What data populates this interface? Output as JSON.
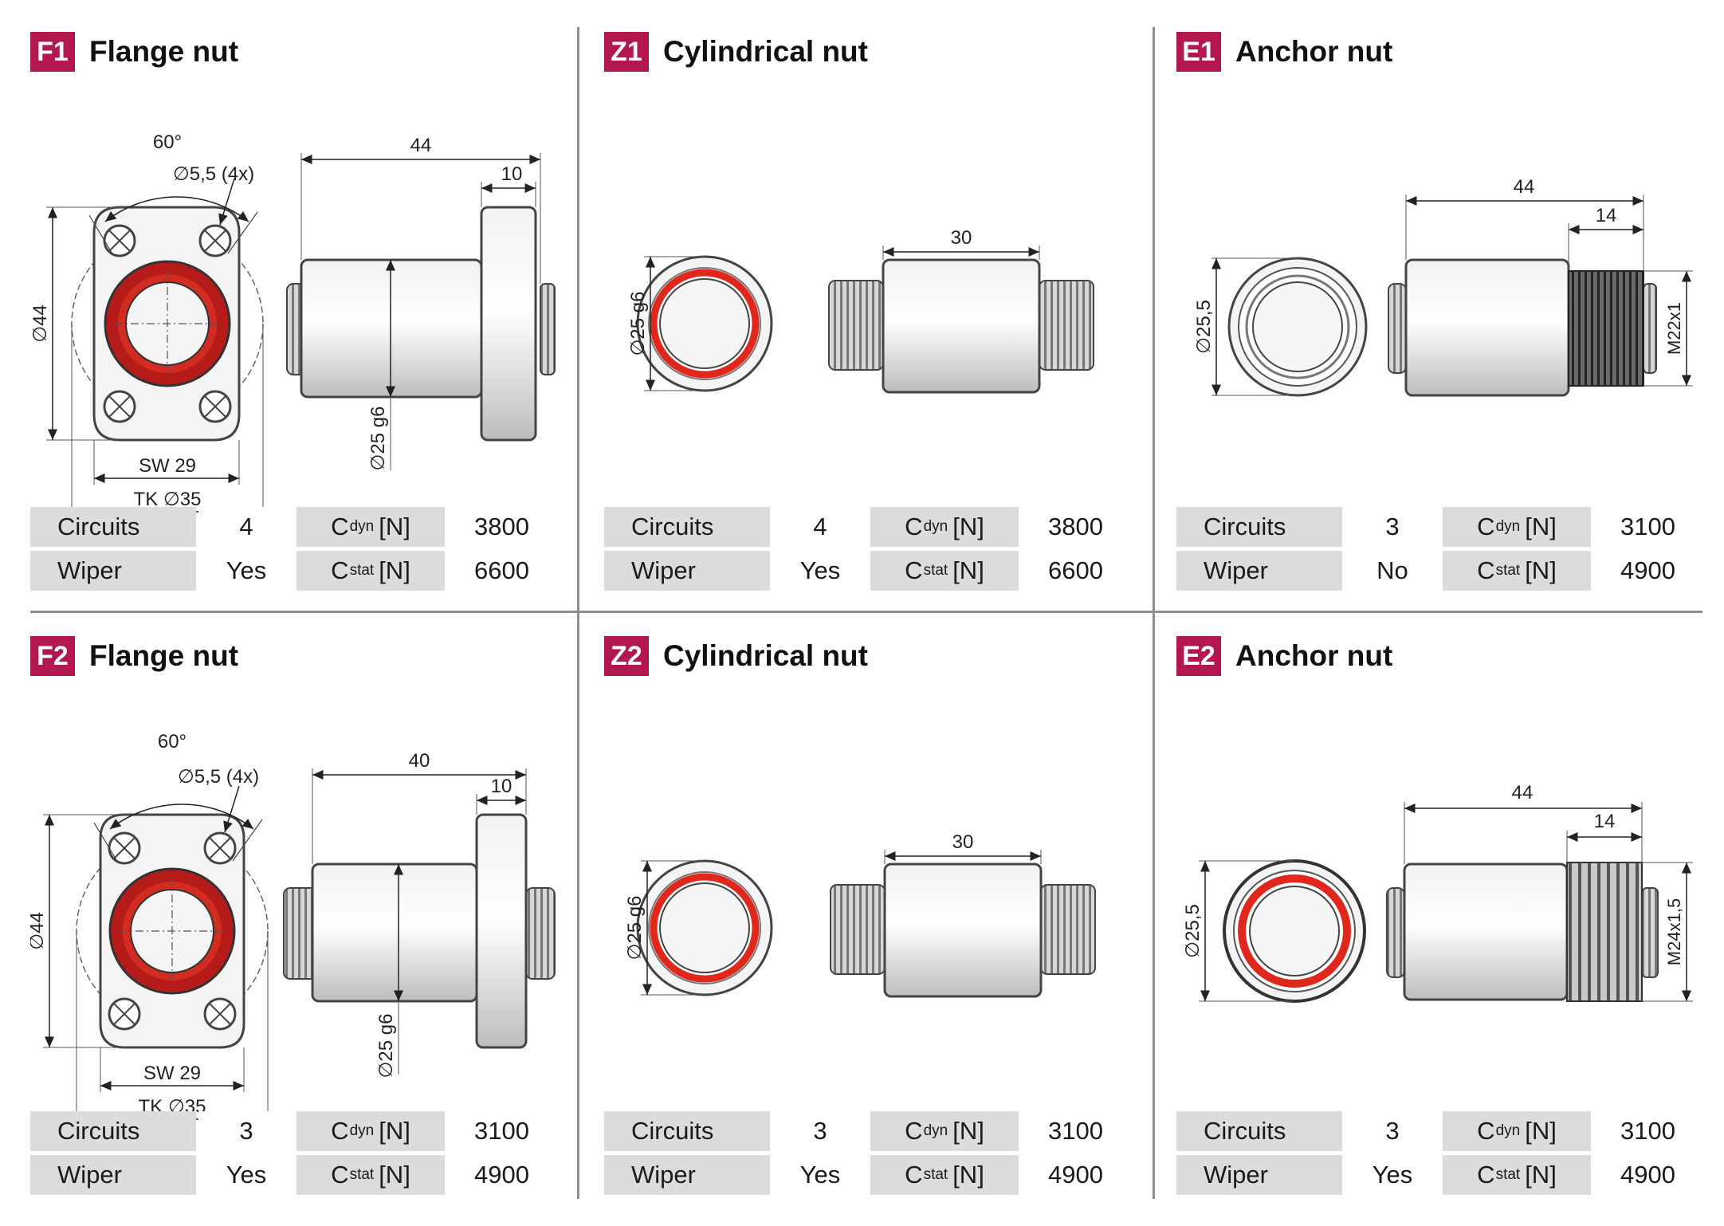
{
  "colors": {
    "accent": "#b3174f",
    "seal": "#e0271c",
    "table_bg": "#dcdcdc",
    "divider": "#8e8e8e"
  },
  "panels": [
    {
      "code": "F1",
      "name": "Flange nut",
      "dims": {
        "angle": "60°",
        "holes": "∅5,5 (4x)",
        "height": "∅44",
        "sw": "SW 29",
        "tk": "TK ∅35",
        "length": "44",
        "flange": "10",
        "dia": "∅25 g6"
      },
      "specs": {
        "circuits_label": "Circuits",
        "circuits": "4",
        "wiper_label": "Wiper",
        "wiper": "Yes",
        "cdyn_main": "C",
        "cdyn_sub": "dyn",
        "cdyn_unit": "[N]",
        "cdyn": "3800",
        "cstat_main": "C",
        "cstat_sub": "stat",
        "cstat_unit": "[N]",
        "cstat": "6600"
      }
    },
    {
      "code": "Z1",
      "name": "Cylindrical nut",
      "dims": {
        "length": "30",
        "dia": "∅25 g6"
      },
      "specs": {
        "circuits_label": "Circuits",
        "circuits": "4",
        "wiper_label": "Wiper",
        "wiper": "Yes",
        "cdyn_main": "C",
        "cdyn_sub": "dyn",
        "cdyn_unit": "[N]",
        "cdyn": "3800",
        "cstat_main": "C",
        "cstat_sub": "stat",
        "cstat_unit": "[N]",
        "cstat": "6600"
      }
    },
    {
      "code": "E1",
      "name": "Anchor nut",
      "dims": {
        "length": "44",
        "thread_len": "14",
        "dia": "∅25,5",
        "thread": "M22x1"
      },
      "specs": {
        "circuits_label": "Circuits",
        "circuits": "3",
        "wiper_label": "Wiper",
        "wiper": "No",
        "cdyn_main": "C",
        "cdyn_sub": "dyn",
        "cdyn_unit": "[N]",
        "cdyn": "3100",
        "cstat_main": "C",
        "cstat_sub": "stat",
        "cstat_unit": "[N]",
        "cstat": "4900"
      }
    },
    {
      "code": "F2",
      "name": "Flange nut",
      "dims": {
        "angle": "60°",
        "holes": "∅5,5 (4x)",
        "height": "∅44",
        "sw": "SW 29",
        "tk": "TK ∅35",
        "length": "40",
        "flange": "10",
        "dia": "∅25 g6"
      },
      "specs": {
        "circuits_label": "Circuits",
        "circuits": "3",
        "wiper_label": "Wiper",
        "wiper": "Yes",
        "cdyn_main": "C",
        "cdyn_sub": "dyn",
        "cdyn_unit": "[N]",
        "cdyn": "3100",
        "cstat_main": "C",
        "cstat_sub": "stat",
        "cstat_unit": "[N]",
        "cstat": "4900"
      }
    },
    {
      "code": "Z2",
      "name": "Cylindrical nut",
      "dims": {
        "length": "30",
        "dia": "∅25 g6"
      },
      "specs": {
        "circuits_label": "Circuits",
        "circuits": "3",
        "wiper_label": "Wiper",
        "wiper": "Yes",
        "cdyn_main": "C",
        "cdyn_sub": "dyn",
        "cdyn_unit": "[N]",
        "cdyn": "3100",
        "cstat_main": "C",
        "cstat_sub": "stat",
        "cstat_unit": "[N]",
        "cstat": "4900"
      }
    },
    {
      "code": "E2",
      "name": "Anchor nut",
      "dims": {
        "length": "44",
        "thread_len": "14",
        "dia": "∅25,5",
        "thread": "M24x1,5"
      },
      "specs": {
        "circuits_label": "Circuits",
        "circuits": "3",
        "wiper_label": "Wiper",
        "wiper": "Yes",
        "cdyn_main": "C",
        "cdyn_sub": "dyn",
        "cdyn_unit": "[N]",
        "cdyn": "3100",
        "cstat_main": "C",
        "cstat_sub": "stat",
        "cstat_unit": "[N]",
        "cstat": "4900"
      }
    }
  ]
}
